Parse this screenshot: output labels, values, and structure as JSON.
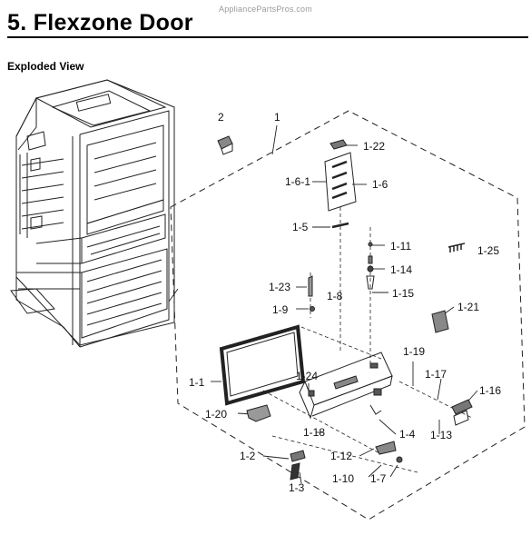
{
  "header": {
    "watermark": "AppliancePartsPros.com",
    "title": "5.  Flexzone Door",
    "subtitle": "Exploded View"
  },
  "callouts": [
    {
      "id": "2",
      "text": "2"
    },
    {
      "id": "1",
      "text": "1"
    },
    {
      "id": "1-22",
      "text": "1-22"
    },
    {
      "id": "1-6-1",
      "text": "1-6-1"
    },
    {
      "id": "1-6",
      "text": "1-6"
    },
    {
      "id": "1-5",
      "text": "1-5"
    },
    {
      "id": "1-11",
      "text": "1-11"
    },
    {
      "id": "1-25",
      "text": "1-25"
    },
    {
      "id": "1-14",
      "text": "1-14"
    },
    {
      "id": "1-23",
      "text": "1-23"
    },
    {
      "id": "1-15",
      "text": "1-15"
    },
    {
      "id": "1-8",
      "text": "1-8"
    },
    {
      "id": "1-9",
      "text": "1-9"
    },
    {
      "id": "1-21",
      "text": "1-21"
    },
    {
      "id": "1-19",
      "text": "1-19"
    },
    {
      "id": "1-1",
      "text": "1-1"
    },
    {
      "id": "1-24",
      "text": "1-24"
    },
    {
      "id": "1-17",
      "text": "1-17"
    },
    {
      "id": "1-16",
      "text": "1-16"
    },
    {
      "id": "1-20",
      "text": "1-20"
    },
    {
      "id": "1-4",
      "text": "1-4"
    },
    {
      "id": "1-18",
      "text": "1-18"
    },
    {
      "id": "1-13",
      "text": "1-13"
    },
    {
      "id": "1-2",
      "text": "1-2"
    },
    {
      "id": "1-12",
      "text": "1-12"
    },
    {
      "id": "1-10",
      "text": "1-10"
    },
    {
      "id": "1-7",
      "text": "1-7"
    },
    {
      "id": "1-3",
      "text": "1-3"
    }
  ]
}
